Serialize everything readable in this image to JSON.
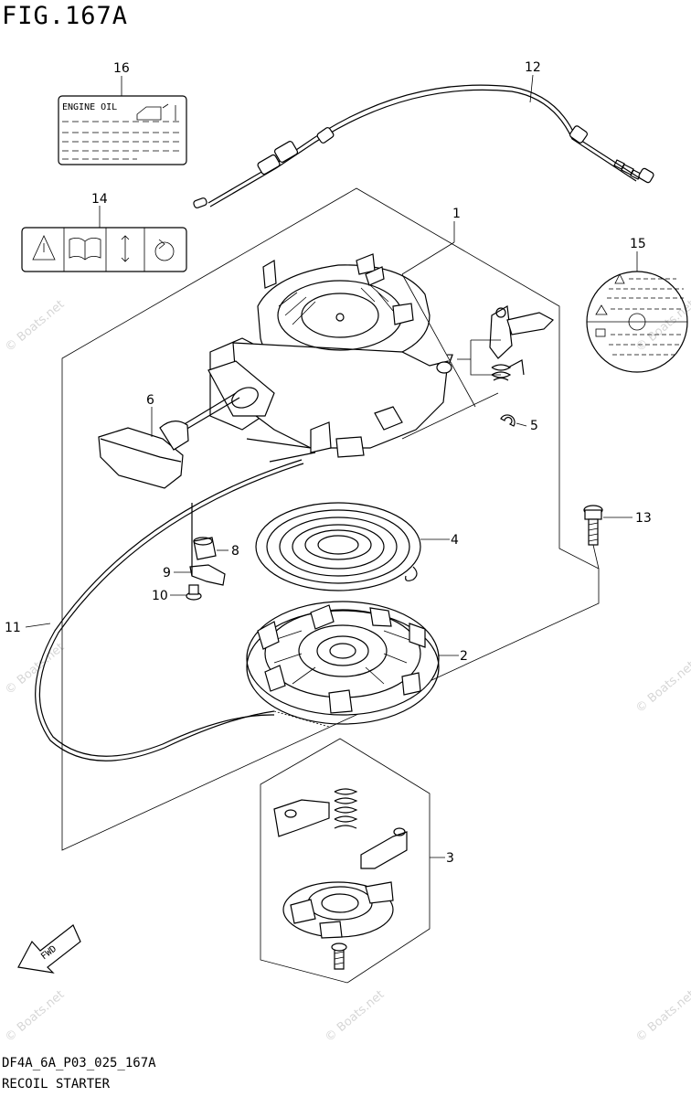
{
  "figure": {
    "title": "FIG.167A",
    "code": "DF4A_6A_P03_025_167A",
    "caption": "RECOIL STARTER"
  },
  "labels": {
    "engine_oil": "ENGINE OIL",
    "fwd": "FWD"
  },
  "watermark": "© Boats.net",
  "callouts": [
    "1",
    "2",
    "3",
    "4",
    "5",
    "6",
    "7",
    "8",
    "9",
    "10",
    "11",
    "12",
    "13",
    "14",
    "15",
    "16"
  ]
}
